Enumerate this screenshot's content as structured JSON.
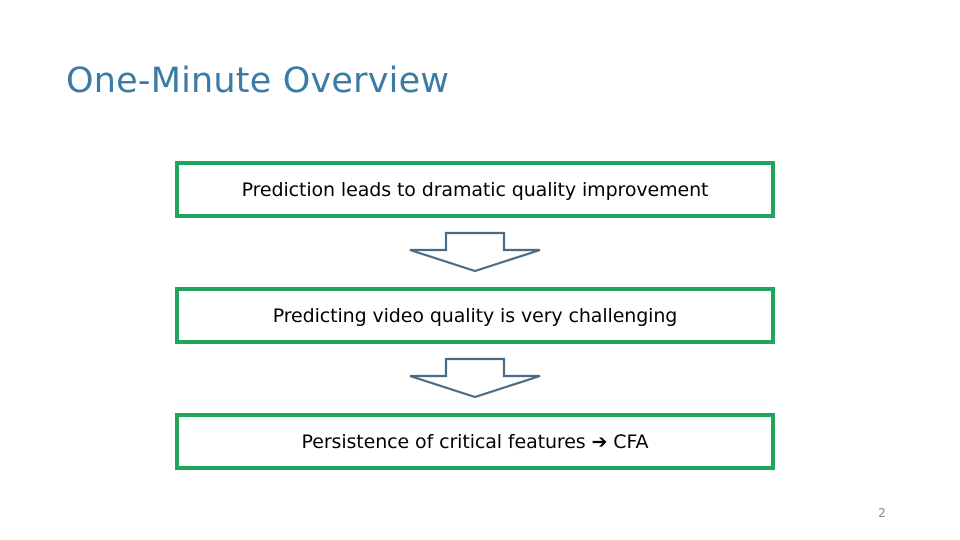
{
  "slide": {
    "title": "One-Minute Overview",
    "title_color": "#3a7ca5",
    "background_color": "#ffffff",
    "page_number": "2",
    "page_number_color": "#8a8a8a"
  },
  "flow": {
    "box_border_color": "#21a45c",
    "box_fill_color": "#ffffff",
    "arrow_stroke_color": "#4a6b86",
    "boxes": [
      {
        "label": "Prediction leads to dramatic quality improvement"
      },
      {
        "label": "Predicting video quality is very challenging"
      },
      {
        "label": "Persistence of critical features ➔ CFA"
      }
    ],
    "connectors": [
      {
        "icon": "down-arrow-icon"
      },
      {
        "icon": "down-arrow-icon"
      }
    ]
  }
}
